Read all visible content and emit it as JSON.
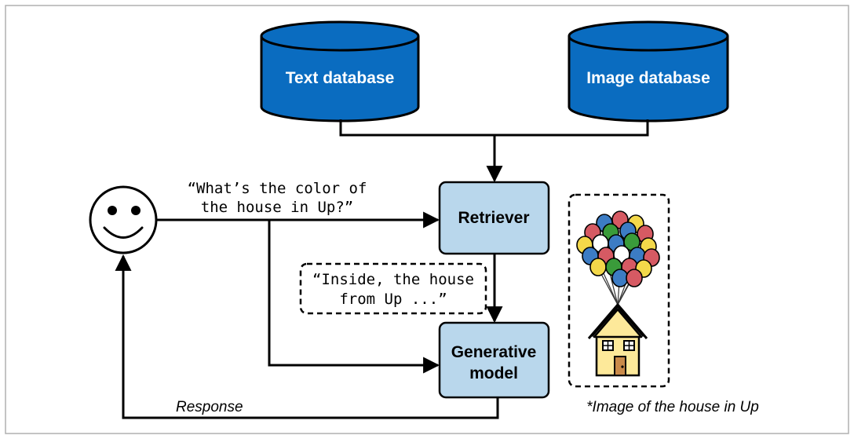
{
  "nodes": {
    "text_db": {
      "label": "Text database"
    },
    "image_db": {
      "label": "Image database"
    },
    "retriever": {
      "label": "Retriever"
    },
    "generative": {
      "label_line1": "Generative",
      "label_line2": "model"
    }
  },
  "query": {
    "line1": "“What’s the color of",
    "line2": "the house in Up?”"
  },
  "retrieved_text": {
    "line1": "“Inside, the house",
    "line2": "from Up ...”"
  },
  "response": {
    "label": "Response"
  },
  "image_caption": {
    "label": "*Image of the house in Up"
  },
  "colors": {
    "database_fill": "#0a6cc0",
    "box_fill": "#b9d7ec",
    "house_fill": "#fde99a",
    "door_fill": "#c98a4a",
    "balloon_colors": [
      "#3c7cc4",
      "#d65a63",
      "#3a9b3a",
      "#f3d84a",
      "#ffffff"
    ]
  }
}
